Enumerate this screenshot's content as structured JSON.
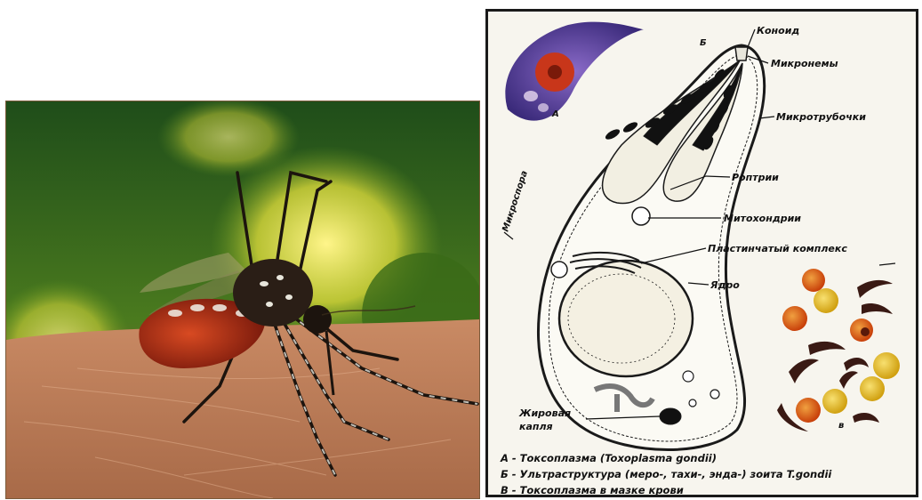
{
  "diagram": {
    "labels": {
      "conoid": "Коноид",
      "micronemes": "Микронемы",
      "microtubules": "Микротрубочки",
      "rhoptries": "Роптрии",
      "micropore": "Микроспора",
      "mitochondria": "Митохондрии",
      "plate_complex": "Пластинчатый комплекс",
      "nucleus": "Ядро",
      "fat_drop_line1": "Жировая",
      "fat_drop_line2": "капля"
    },
    "panel_letters": {
      "a": "А",
      "b": "Б",
      "v": "в"
    },
    "caption": {
      "line_a": "А - Токсоплазма  (Toxoplasma gondii)",
      "line_b": "Б - Ультраструктура (меро-, тахи-, энда-) зоита  T.gondii",
      "line_v": "В - Токсоплазма в мазке крови"
    }
  },
  "colors": {
    "frame": "#1a1a1a",
    "parasite_purple": "#5a3aa0",
    "parasite_nucleus": "#c8361a",
    "rbc_orange": "#e06a10",
    "rbc_yellow": "#e8c21a",
    "mosquito_body": "#2a1e16",
    "blood_belly": "#b5321a",
    "skin": "#c4805a"
  }
}
